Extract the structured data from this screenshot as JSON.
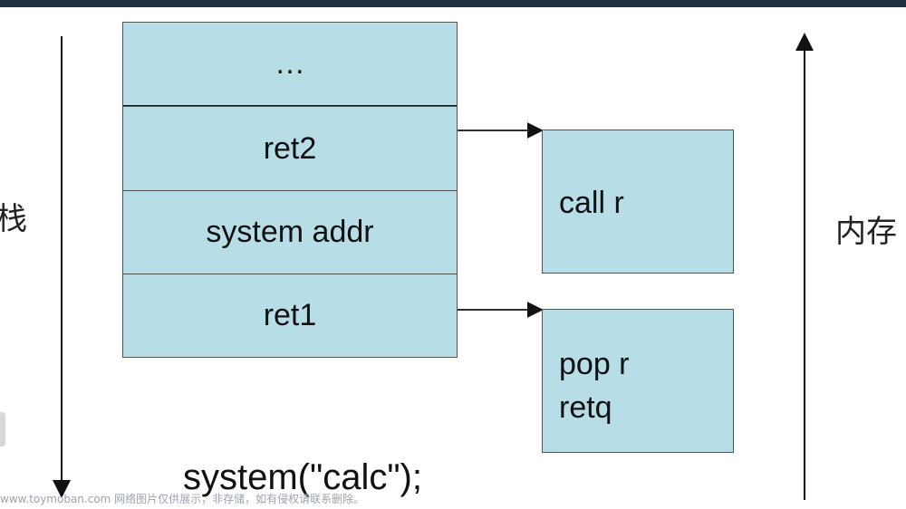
{
  "diagram": {
    "left_label": "栈",
    "right_label": "内存",
    "stack_cells": [
      "…",
      "ret2",
      "system addr",
      "ret1"
    ],
    "gadgets": {
      "call": [
        "call r"
      ],
      "pop": [
        "pop r",
        "retq"
      ]
    },
    "bottom_text": "system(\"calc\");"
  },
  "watermark": "www.toymoban.com 网络图片仅供展示，非存储，如有侵权请联系删除。",
  "colors": {
    "cell_fill": "#b7dde6",
    "border": "#555555",
    "topbar": "#1f3042"
  }
}
